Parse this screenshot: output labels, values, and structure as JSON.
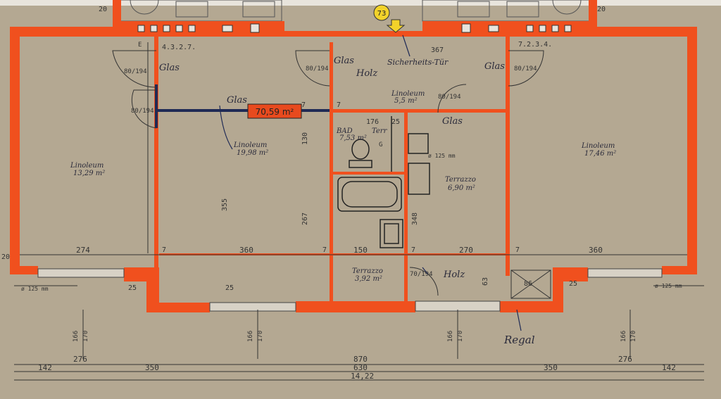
{
  "plan": {
    "top_reference_number": "73",
    "area_label": "70,59 m²",
    "rooms": [
      {
        "name": "Linoleum",
        "area": "13,29 m²"
      },
      {
        "name": "Linoleum",
        "area": "19,98 m²"
      },
      {
        "name": "Linoleum",
        "area": "5,5 m²"
      },
      {
        "name": "Linoleum",
        "area": "17,46 m²"
      },
      {
        "name": "BAD",
        "area": "7,53 m²"
      },
      {
        "name": "Terr",
        "area": ""
      },
      {
        "name": "Terrazzo",
        "area": "6,90 m²"
      },
      {
        "name": "Terrazzo",
        "area": "3,92 m²"
      }
    ],
    "handwritten_notes": [
      "Glas",
      "Glas",
      "Glas",
      "Glas",
      "Glas",
      "Holz",
      "Holz",
      "Sicherheits-Tür",
      "Regal"
    ],
    "room_codes": [
      "4.3.2.7.",
      "7.2.3.4."
    ],
    "door_sizes": [
      "80/194",
      "80/194",
      "80/194",
      "80/194",
      "80/194",
      "70/194"
    ],
    "fixture_notes": [
      "ø 125 mm",
      "ø 125 mm",
      "ø 125 mm"
    ],
    "valve_labels": [
      "E",
      "G"
    ],
    "dimensions": {
      "wall_thickness": [
        "20",
        "20",
        "20",
        "25",
        "25",
        "25"
      ],
      "inner_lengths": [
        "274",
        "360",
        "150",
        "270",
        "360"
      ],
      "wall_segments": [
        "7",
        "7",
        "7",
        "7",
        "7",
        "7"
      ],
      "partial": [
        "367",
        "355",
        "267",
        "348",
        "130",
        "25",
        "176",
        "63",
        "86"
      ],
      "window_heights": [
        "166",
        "170",
        "166",
        "170",
        "166",
        "170",
        "166",
        "170"
      ],
      "bottom_row1": [
        "276",
        "870",
        "276"
      ],
      "bottom_row2": [
        "142",
        "350",
        "630",
        "350",
        "142"
      ],
      "overall": "14,22"
    }
  },
  "colors": {
    "wall": "#f0501e",
    "paper": "#b4a892",
    "line": "#3a3a3a",
    "pen": "#1f2a55",
    "label_fill": "#e84a1e",
    "badge": "#f2d22a"
  }
}
